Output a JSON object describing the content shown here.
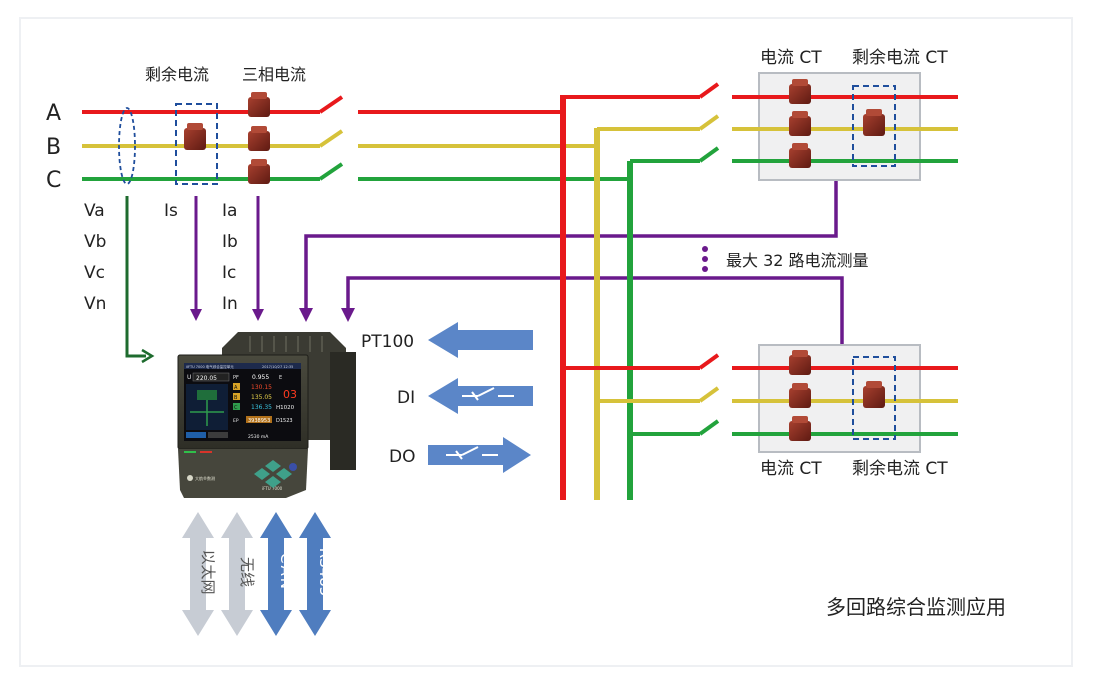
{
  "colors": {
    "phase_a": "#e8191c",
    "phase_b": "#d6c23a",
    "phase_c": "#22a33c",
    "signal": "#6a1a8c",
    "voltage": "#1e6b2e",
    "io_arrow": "#5b86c8",
    "comm_gray": "#c7ccd4",
    "comm_blue": "#4f7dbf",
    "ct_body": "#8b2a1f",
    "dashed": "#1f4e9c",
    "frame": "#f0f1f4"
  },
  "labels": {
    "residual_current": "剩余电流",
    "three_phase_current": "三相电流",
    "phase_a": "A",
    "phase_b": "B",
    "phase_c": "C",
    "va": "Va",
    "vb": "Vb",
    "vc": "Vc",
    "vn": "Vn",
    "is": "Is",
    "ia": "Ia",
    "ib": "Ib",
    "ic": "Ic",
    "in": "In",
    "top_current_ct": "电流 CT",
    "top_residual_ct": "剩余电流 CT",
    "bottom_current_ct": "电流 CT",
    "bottom_residual_ct": "剩余电流 CT",
    "max_channels": "最大 32 路电流测量",
    "pt100": "PT100",
    "di": "DI",
    "do": "DO",
    "ethernet": "以太网",
    "wireless": "无线",
    "can": "CAN",
    "rs485": "RS485",
    "caption": "多回路综合监测应用"
  },
  "device": {
    "model_title": "iIFTU 7000 电气综合监控单元",
    "datetime": "2017/10/27 12:35",
    "u_label": "U",
    "u_value": "220.05",
    "pf_label": "PF",
    "pf_value": "0.955",
    "e_label": "E",
    "channel_no": "03",
    "a_label": "A",
    "a_value": "130.15",
    "b_label": "B",
    "b_value": "135.05",
    "c_label": "C",
    "c_value": "136.35",
    "h_value": "H1020",
    "ep_label": "EP",
    "ep_value": "3938953",
    "d_value": "D1523",
    "res_value": "2530 mA",
    "brand": "大航®数测",
    "model": "iFTU 7000"
  }
}
